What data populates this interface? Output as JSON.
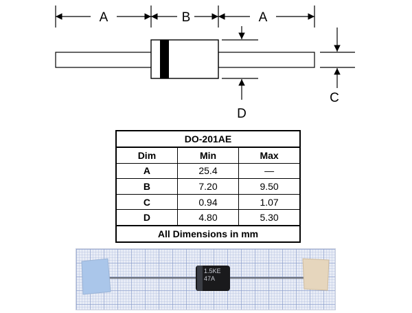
{
  "drawing": {
    "label_a_left": "A",
    "label_b": "B",
    "label_a_right": "A",
    "label_c": "C",
    "label_d": "D"
  },
  "table": {
    "title": "DO-201AE",
    "headers": [
      "Dim",
      "Min",
      "Max"
    ],
    "rows": [
      [
        "A",
        "25.4",
        "—"
      ],
      [
        "B",
        "7.20",
        "9.50"
      ],
      [
        "C",
        "0.94",
        "1.07"
      ],
      [
        "D",
        "4.80",
        "5.30"
      ]
    ],
    "footer": "All Dimensions in mm"
  },
  "photo": {
    "marking_line1": "1.5KE",
    "marking_line2": "47A"
  }
}
